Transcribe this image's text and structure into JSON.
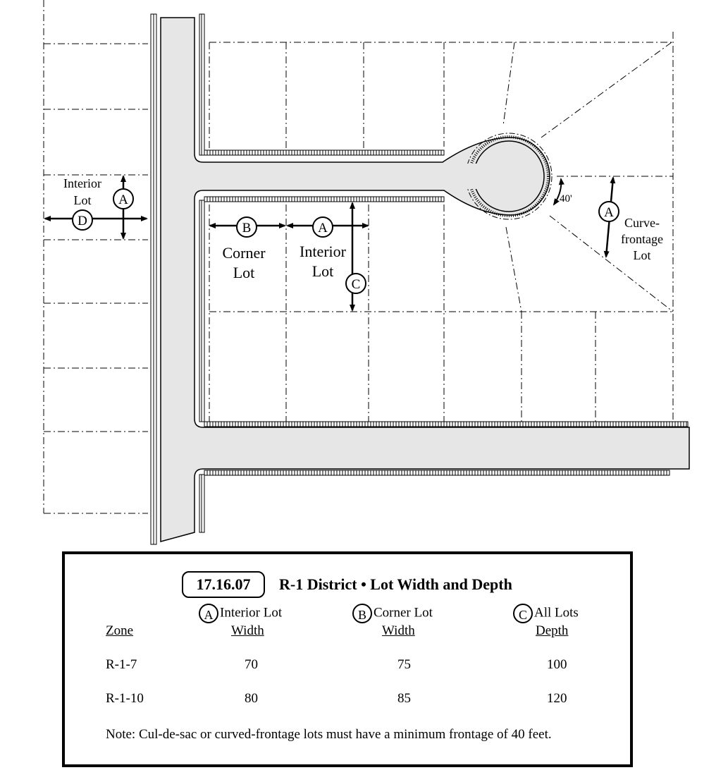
{
  "diagram": {
    "labels": {
      "interior_lot_left": [
        "Interior",
        "Lot"
      ],
      "corner_lot": [
        "Corner",
        "Lot"
      ],
      "interior_lot_mid": [
        "Interior",
        "Lot"
      ],
      "curve_frontage_lot": [
        "Curve-",
        "frontage",
        "Lot"
      ],
      "angle_dim": "40'"
    },
    "markers": {
      "a": "A",
      "b": "B",
      "c": "C",
      "d": "D"
    }
  },
  "legend": {
    "code": "17.16.07",
    "title": "R-1 District  •  Lot Width and Depth",
    "zone_header": "Zone",
    "columns": [
      {
        "marker": "A",
        "line1": "Interior Lot",
        "line2": "Width"
      },
      {
        "marker": "B",
        "line1": "Corner Lot",
        "line2": "Width"
      },
      {
        "marker": "C",
        "line1": "All Lots",
        "line2": "Depth"
      }
    ],
    "rows": [
      {
        "zone": "R-1-7",
        "interior": "70",
        "corner": "75",
        "depth": "100"
      },
      {
        "zone": "R-1-10",
        "interior": "80",
        "corner": "85",
        "depth": "120"
      }
    ],
    "note": "Note:  Cul-de-sac or curved-frontage lots must have a minimum frontage of 40 feet."
  }
}
